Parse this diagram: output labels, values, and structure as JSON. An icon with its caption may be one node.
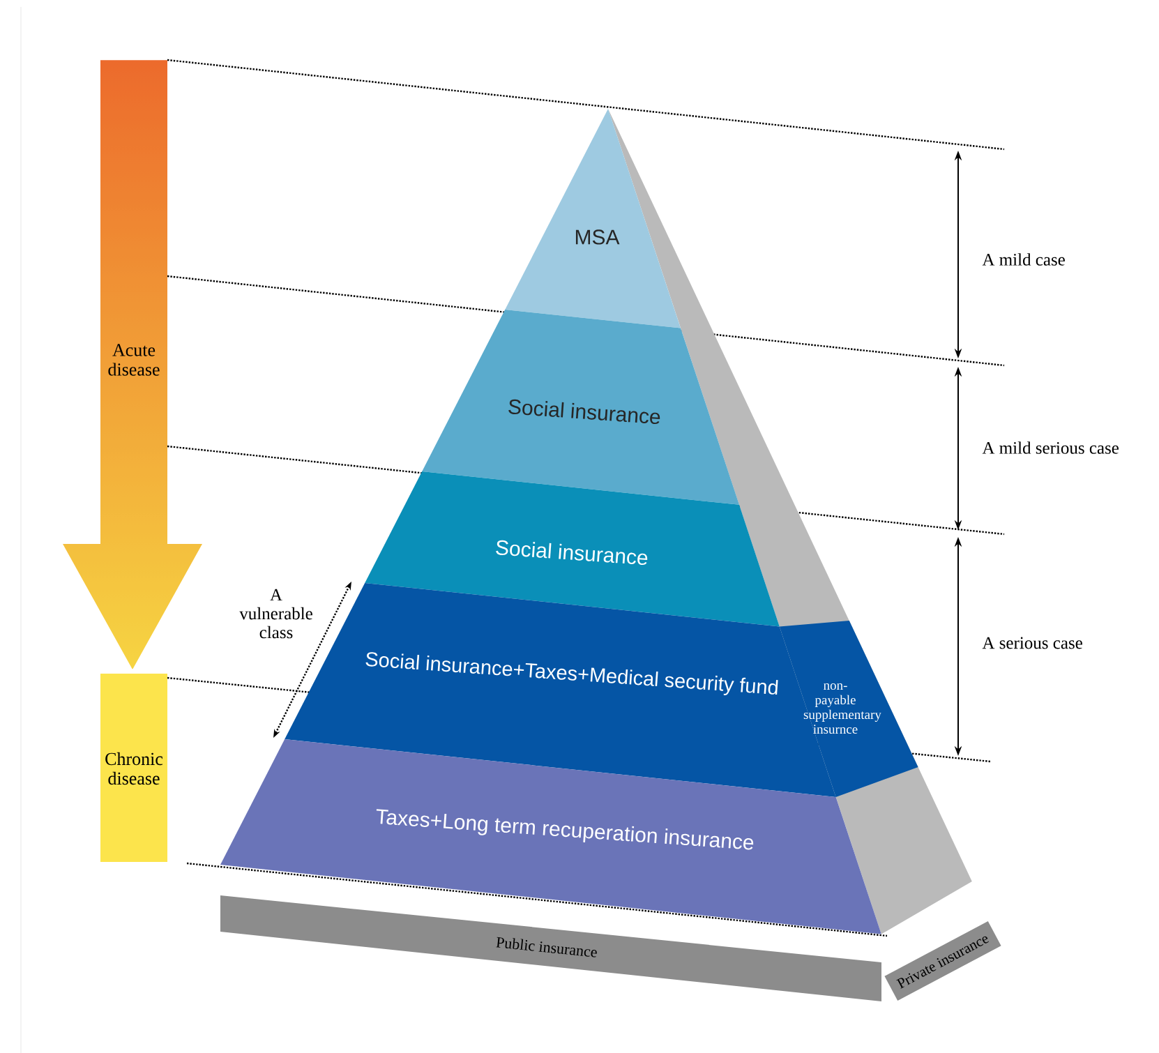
{
  "diagram": {
    "nodes": [
      {
        "text": [
          "Acute disease"
        ]
      },
      {
        "text": [
          "Chronic disease"
        ]
      },
      {
        "text": [
          "MSA"
        ]
      },
      {
        "text": [
          "Social insurance"
        ]
      },
      {
        "text": [
          "Social insurance"
        ]
      },
      {
        "text": [
          "Social insurance+Taxes+Medical security fund"
        ]
      },
      {
        "text": [
          "non-payable supplementary insurnce"
        ]
      },
      {
        "text": [
          "Taxes+Long term recuperation insurance"
        ]
      },
      {
        "text": [
          "Public insurance"
        ]
      },
      {
        "text": [
          "Private insurance"
        ]
      }
    ],
    "labels": [
      "A mild case",
      "A mild serious case",
      "A vulnerable class",
      "A serious case"
    ]
  }
}
